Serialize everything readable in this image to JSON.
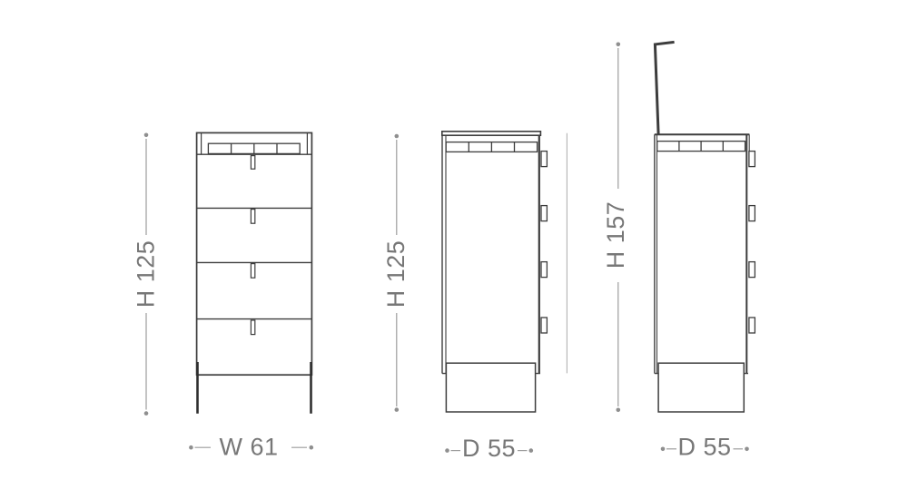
{
  "background": "#ffffff",
  "colors": {
    "drawing_line": "#3d3d3d",
    "open_lid_line": "#1f1f1f",
    "dimension_line": "#9c9c9c",
    "dimension_dot": "#8f8f8f",
    "dimension_text": "#777777",
    "reference_line": "#b3b3b3"
  },
  "views": {
    "front": {
      "height_label": "H 125",
      "width_label": "W 61"
    },
    "side": {
      "height_label": "H 125",
      "depth_label": "D 55"
    },
    "side_open": {
      "height_label": "H 157",
      "depth_label": "D 55"
    }
  }
}
